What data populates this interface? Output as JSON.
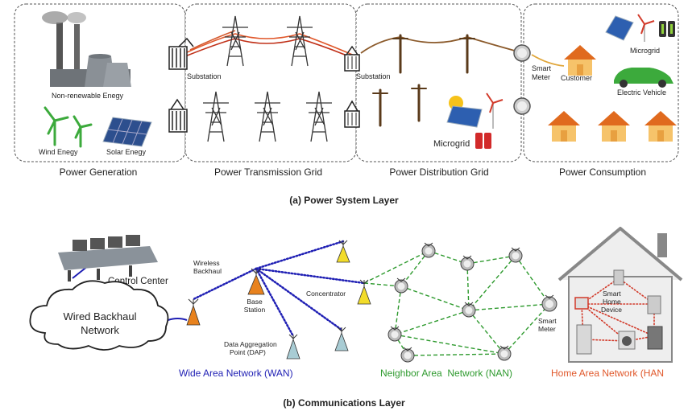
{
  "power_layer": {
    "panels": [
      "Power Generation",
      "Power Transmission Grid",
      "Power Distribution Grid",
      "Power Consumption"
    ],
    "labels": {
      "nonrenewable": "Non-renewable Enegy",
      "wind": "Wind Enegy",
      "solar": "Solar Enegy",
      "substation_1": "Substation",
      "substation_2": "Substation",
      "microgrid_dist": "Microgrid",
      "smart_meter_1": "Smart",
      "smart_meter_2": "Meter",
      "customer": "Customer",
      "microgrid_cons": "Microgrid",
      "electric_vehicle": "Electric Vehicle"
    },
    "caption": "(a) Power System Layer"
  },
  "comm_layer": {
    "labels": {
      "control_center": "Control Center",
      "wired_backhaul_1": "Wired Backhaul",
      "wired_backhaul_2": "Network",
      "wireless_backhaul_1": "Wireless",
      "wireless_backhaul_2": "Backhaul",
      "base_station_1": "Base",
      "base_station_2": "Station",
      "concentrator": "Concentrator",
      "dap_1": "Data Aggregation",
      "dap_2": "Point (DAP)",
      "smart_meter_1": "Smart",
      "smart_meter_2": "Meter",
      "smart_home_1": "Smart",
      "smart_home_2": "Home",
      "smart_home_3": "Device"
    },
    "networks": {
      "wan": "Wide Area Network (WAN)",
      "nan": "Neighbor Area  Network (NAN)",
      "han": "Home Area Network (HAN"
    },
    "caption": "(b) Communications Layer"
  },
  "colors": {
    "wan": "#1f1fb4",
    "nan": "#2e9a2e",
    "han": "#e0572a",
    "home_dots": "#d23a2a",
    "tower_orange": "#e8821e",
    "tower_yellow": "#f2dc2a",
    "tower_light": "#a8ccd4"
  }
}
